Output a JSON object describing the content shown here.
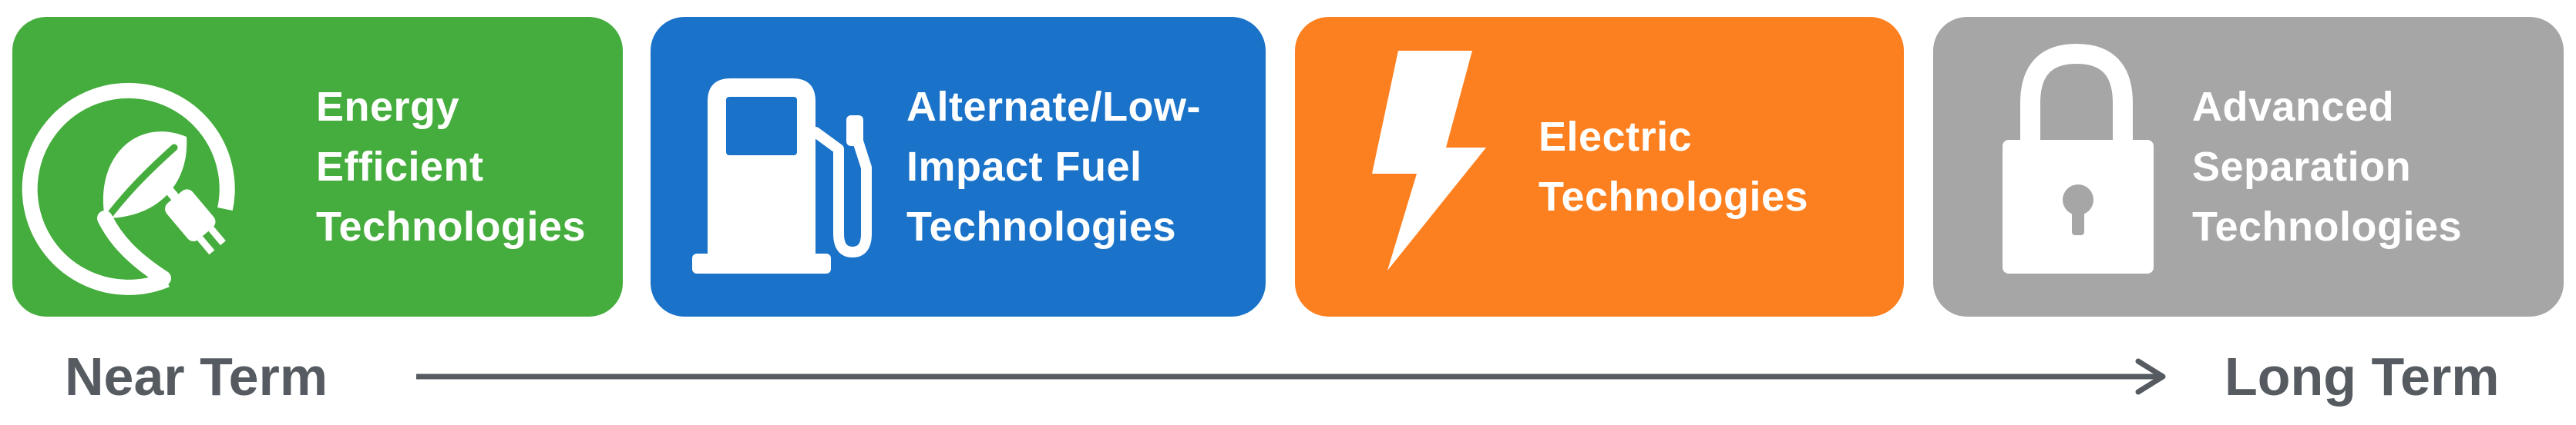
{
  "cards": [
    {
      "id": "energy-efficient",
      "lines": [
        "Energy",
        "Efficient",
        "Technologies"
      ],
      "color": "#45ad3d",
      "icon": "leaf-plug-icon"
    },
    {
      "id": "alternate-fuel",
      "lines": [
        "Alternate/Low-",
        "Impact Fuel",
        "Technologies"
      ],
      "color": "#1a73c9",
      "icon": "fuel-pump-icon"
    },
    {
      "id": "electric",
      "lines": [
        "Electric",
        "Technologies"
      ],
      "color": "#fd8020",
      "icon": "lightning-bolt-icon"
    },
    {
      "id": "advanced-separation",
      "lines": [
        "Advanced",
        "Separation",
        "Technologies"
      ],
      "color": "#a6a6a6",
      "icon": "padlock-icon"
    }
  ],
  "timeline": {
    "start_label": "Near Term",
    "end_label": "Long Term",
    "color": "#555b60"
  }
}
